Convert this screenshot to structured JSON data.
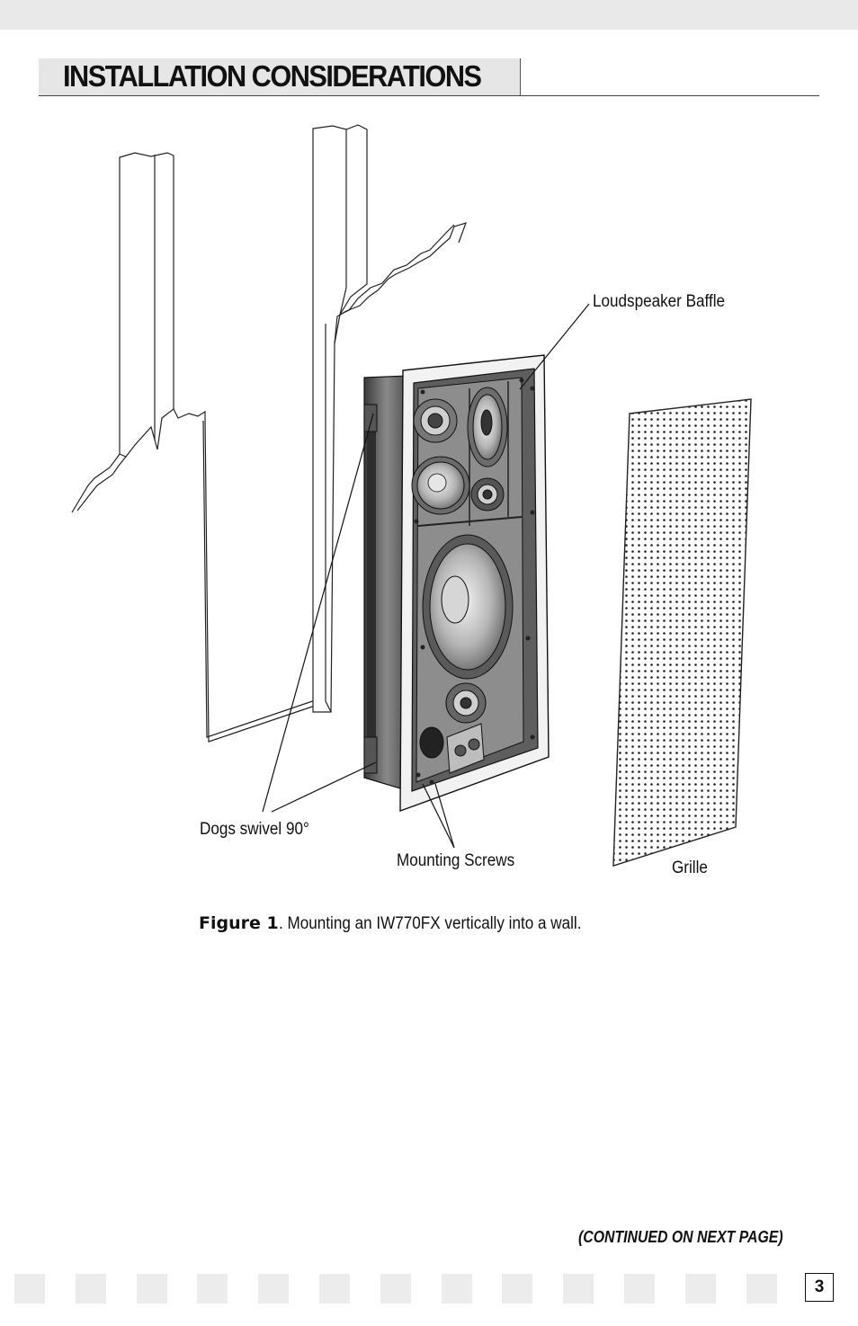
{
  "header": {
    "title": "INSTALLATION CONSIDERATIONS"
  },
  "figure": {
    "callouts": {
      "loudspeaker_baffle": "Loudspeaker Baffle",
      "dogs_swivel": "Dogs swivel 90°",
      "mounting_screws": "Mounting Screws",
      "grille": "Grille"
    },
    "caption_lead": "Figure 1",
    "caption_text": ". Mounting an IW770FX vertically into a wall."
  },
  "footer": {
    "continued": "(CONTINUED ON NEXT PAGE)",
    "page_number": "3"
  }
}
